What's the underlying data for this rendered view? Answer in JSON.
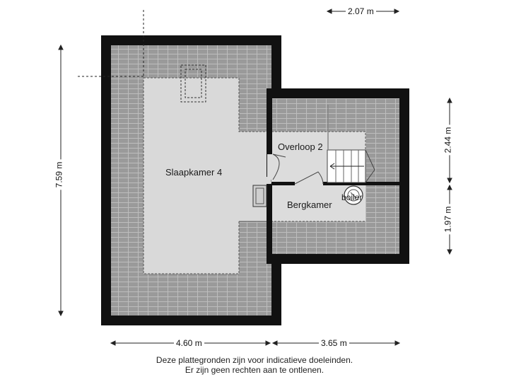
{
  "rooms": {
    "slaapkamer": "Slaapkamer 4",
    "overloop": "Overloop 2",
    "bergkamer": "Bergkamer",
    "boiler": "boiler"
  },
  "dimensions": {
    "top_right_width": "2.07 m",
    "left_height": "7.59 m",
    "right_upper_height": "2.44 m",
    "right_lower_height": "1.97 m",
    "bottom_left_width": "4.60 m",
    "bottom_right_width": "3.65 m"
  },
  "disclaimer": {
    "line1": "Deze plattegronden zijn voor indicatieve doeleinden.",
    "line2": "Er zijn geen rechten aan te ontlenen."
  },
  "colors": {
    "wall": "#111111",
    "roof_tile": "#9a9a9a",
    "floor": "#d8d8d8"
  }
}
